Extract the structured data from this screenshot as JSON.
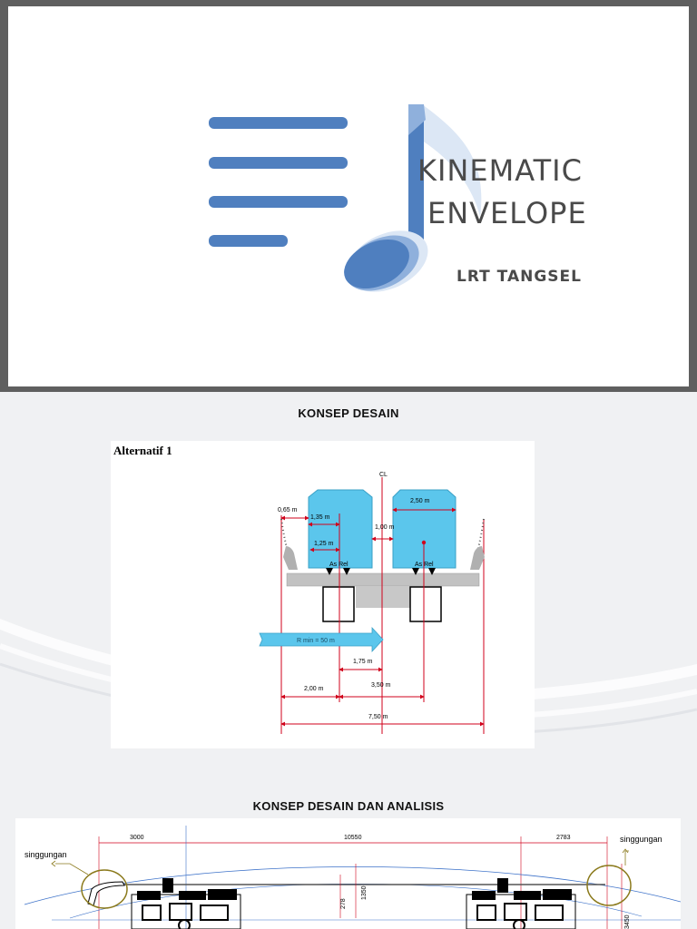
{
  "slide1": {
    "title_line1": "KINEMATIC",
    "title_line2": "ENVELOPE",
    "subtitle": "LRT TANGSEL",
    "icon": "music-note-list-icon",
    "accent": "#4f7fbf"
  },
  "slide2": {
    "heading": "KONSEP DESAIN",
    "figure": {
      "label": "Alternatif 1",
      "cl": "CL",
      "as_rel_left": "As Rel",
      "as_rel_right": "As Rel",
      "dims": {
        "d065": "0,65 m",
        "d135": "1,35 m",
        "d125": "1,25 m",
        "d100": "1,00 m",
        "d250": "2,50 m",
        "rmin": "R min = 50 m",
        "d175": "1,75 m",
        "d200": "2,00 m",
        "d350": "3,50 m",
        "d750": "7,50 m"
      },
      "car_color": "#5bc6ec",
      "dim_color": "#d0021b"
    }
  },
  "slide3": {
    "heading": "KONSEP DESAIN DAN ANALISIS",
    "figure": {
      "dim_left": "3000",
      "dim_mid": "10550",
      "dim_right": "2783",
      "label_left": "singgungan",
      "label_right": "singgungan",
      "v1": "278",
      "v2": "1350",
      "v3": "3450"
    }
  }
}
